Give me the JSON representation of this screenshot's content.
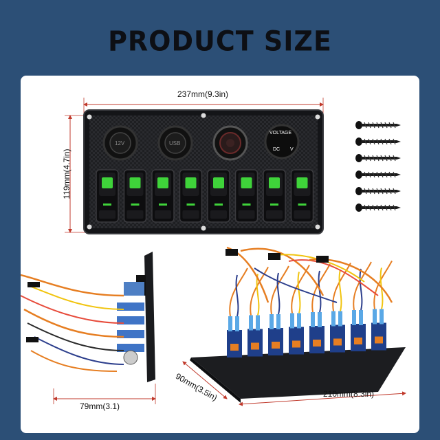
{
  "title": "PRODUCT SIZE",
  "dimensions": {
    "width_label": "237mm(9.3in)",
    "height_label": "119mm(4.7in)",
    "depth_label": "79mm(3.1)",
    "side_depth_label": "90mm(3.5in)",
    "base_width_label": "210mm(8.3in)"
  },
  "panel": {
    "socket1_label": "12V",
    "socket2_label": "USB",
    "voltmeter_title": "VOLTAGE",
    "voltmeter_dc": "DC",
    "voltmeter_v": "V",
    "switch_count": 8
  },
  "colors": {
    "background": "#2c4f76",
    "accent_green": "#3fd33a",
    "panel_black": "#1b1c1f"
  }
}
